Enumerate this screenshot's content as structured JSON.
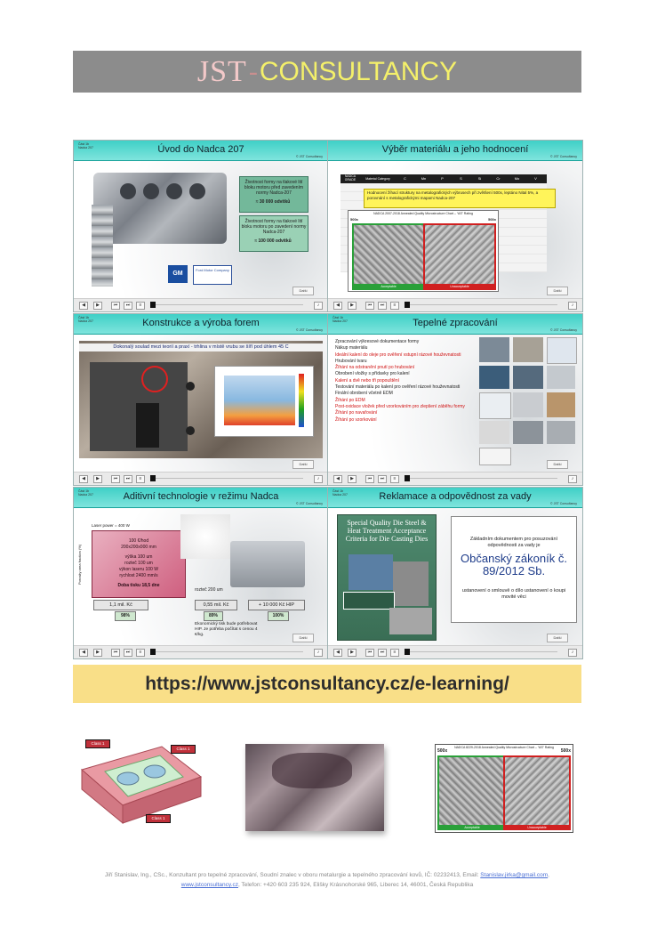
{
  "banner": {
    "jst": "JST",
    "dash": "-",
    "consultancy": "CONSULTANCY"
  },
  "slides": [
    {
      "title": "Úvod do Nadca 207",
      "boxes": [
        "Životnost formy na tlakové lití bloku motoru před zavedením normy Nadca-207",
        "≈ 30 000 odvitků",
        "Životnost formy na tlakové lití bloku motoru po zavedení normy Nadca-207",
        "≈ 100 000 odvitků"
      ],
      "logos": [
        "GM",
        "Ford Motor Company"
      ]
    },
    {
      "title": "Výběr materiálu a jeho hodnocení",
      "table_headers": [
        "NADCA GRADE",
        "Material Category",
        "C",
        "Mn",
        "P",
        "S",
        "Si",
        "Cr",
        "Mo",
        "V"
      ],
      "note": "Hodnocení žíhací struktury na metalografických výbrusech při zvětšení 500x, leptáno Nital 5%, a porovnání s metalografickými mapami Nadca-207",
      "chart_title": "NADCA 2007-2018 Annealed Quality Microstructure Chart – “AS” Rating",
      "zoom": "500x",
      "acceptable": "Acceptable",
      "unacceptable": "Unacceptable"
    },
    {
      "title": "Konstrukce a výroba forem",
      "caption": "Dokonalý soulad mezi teorií a praxí - trhlina v místě vrubu se šíří pod úhlem 45 C"
    },
    {
      "title": "Tepelné zpracování",
      "items": [
        {
          "text": "Zpracování výkresové dokumentace formy",
          "red": false
        },
        {
          "text": "Nákup materiálu",
          "red": false
        },
        {
          "text": "Ideální kalení do oleje pro ověření vstupní rázové houževnatosti",
          "red": true
        },
        {
          "text": "Hrubování tvaru",
          "red": false
        },
        {
          "text": "Žíhání na odstranění pnutí po hrubování",
          "red": true
        },
        {
          "text": "Obrobení vložky s přídavky pro kalení",
          "red": false
        },
        {
          "text": "Kalení a dvě nebo tři popouštění",
          "red": true
        },
        {
          "text": "Testování materiálu po kalení pro ověření rázové houževnatosti",
          "red": false
        },
        {
          "text": "Finální obrobení včetně EDM",
          "red": false
        },
        {
          "text": "Žíhání po EDM",
          "red": true
        },
        {
          "text": "Post-oxidace vložek před vzorkováním pro zlepšení záběhu formy",
          "red": true
        },
        {
          "text": "Žíhání po navařování",
          "red": true
        },
        {
          "text": "Žíhání po vzorkování",
          "red": true
        }
      ]
    },
    {
      "title": "Aditivní technologie v režimu Nadca",
      "laser": "Laser power = 400 W",
      "cube": [
        "100 €/hod",
        "200x200x000 mm",
        "výška 100 um",
        "rozteč 100 um",
        "výkon laseru 100 W",
        "rychlost 2400 mm/s",
        "Doba tisku 18,5 dne"
      ],
      "cost1": "1,1 mil. Kč",
      "pct1": "98%",
      "pitch": "rozteč 200 um",
      "cost2": "0,55 mil. Kč",
      "pct2": "89%",
      "cost3": "+ 10 000 Kč HIP",
      "pct3": "100%",
      "econ": "Ekonomický tisk bude potřebovat HIP. Je potřeba počítat s cenou 4 €/kg.",
      "axis": "Porosity area fraction (%)"
    },
    {
      "title": "Reklamace a odpovědnost za vady",
      "book_title": "Special Quality Die Steel & Heat Treatment Acceptance Criteria for Die Casting Dies",
      "base_doc": "Základním dokumentem pro posuzování odpovědnosti za vady je",
      "law": "Občanský zákoník č. 89/2012 Sb.",
      "law_desc": "ustanovení o smlouvě o dílo ustanovení o koupi movité věci"
    }
  ],
  "next_label": "Další",
  "url": "https://www.jstconsultancy.cz/e-learning/",
  "bottom": {
    "class_label": "Class 1",
    "chart_title": "NADCA 8229-2018 Annealed Quality Microstructure Chart – “AS” Rating",
    "zoom": "500x",
    "acceptable": "Acceptable",
    "unacceptable": "Unacceptable"
  },
  "footer": {
    "line1_text": "Jiří Stanislav, Ing., CSc., Konzultant pro tepelné zpracování, Soudní znalec v oboru metalurgie a tepelného zpracování kovů, IČ: 02232413, Email: ",
    "email": "Stanislav.jirka@gmail.com",
    "line1_end": ",",
    "web": "www.jstconsultancy.cz",
    "line2_text": ", Telefon: +420 603 235 924, Elišky Krásnohorské 965, Liberec 14, 46001, Česká Republika"
  }
}
